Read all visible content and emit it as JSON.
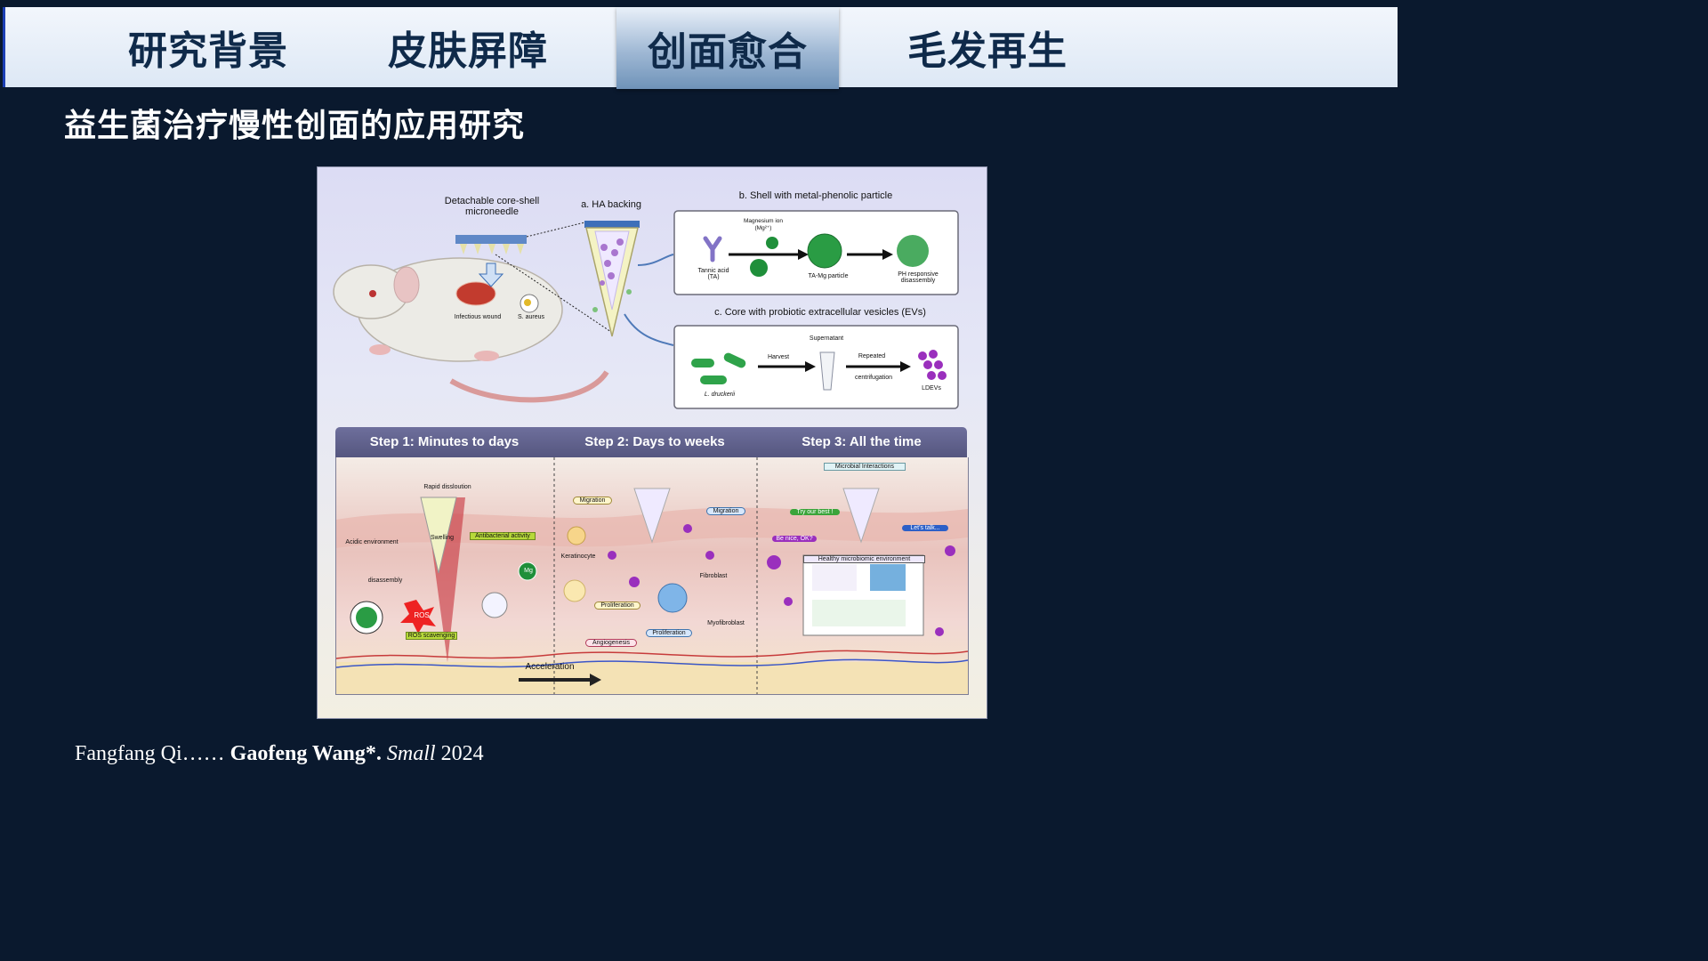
{
  "tabs": [
    {
      "label": "研究背景",
      "active": false
    },
    {
      "label": "皮肤屏障",
      "active": false
    },
    {
      "label": "创面愈合",
      "active": true
    },
    {
      "label": "毛发再生",
      "active": false
    }
  ],
  "subtitle": "益生菌治疗慢性创面的应用研究",
  "figure": {
    "microneedle_label": "Detachable core-shell microneedle",
    "ha_backing": "a. HA backing",
    "shell_title": "b. Shell with metal-phenolic particle",
    "magnesium": "Magnesium ion (Mg²⁺)",
    "tannic_acid": "Tannic acid (TA)",
    "ta_mg": "TA-Mg particle",
    "ph_responsive": "PH responsive disassembly",
    "infectious_wound": "Infectious wound",
    "s_aureus": "S. aureus",
    "core_title": "c. Core with probiotic extracellular vesicles (EVs)",
    "supernatant": "Supernatant",
    "harvest": "Harvest",
    "repeated": "Repeated",
    "centrifugation": "centrifugation",
    "l_druckerii": "L. druckerii",
    "ldevs": "LDEVs",
    "step1": "Step 1:  Minutes  to days",
    "step2": "Step 2:  Days to weeks",
    "step3": "Step 3:  All the time",
    "rapid_dissolution": "Rapid dissloution",
    "swelling": "Swelling",
    "antibacterial": "Antibacterial activity",
    "acidic_env": "Acidic environment",
    "disassembly": "disassembly",
    "ros": "ROS",
    "ros_scavenging": "ROS scavenging",
    "mg": "Mg",
    "migration1": "Migration",
    "migration2": "Migration",
    "keratinocyte": "Keratinocyte",
    "proliferation1": "Proliferation",
    "proliferation2": "Proliferation",
    "fibroblast": "Fibroblast",
    "myofibroblast": "Myofibroblast",
    "angiogenesis": "Angiogenesis",
    "acceleration": "Acceleration",
    "microbial_interactions": "Microbial Interactions",
    "try_best": "Try our best !",
    "be_nice": "Be nice, OK?",
    "lets_talk": "Let's talk...",
    "healthy_env": "Healthy microbiomic environment"
  },
  "reference": {
    "authors": "Fangfang Qi…… ",
    "corresponding": "Gaofeng Wang*.",
    "journal": "Small",
    "year": " 2024"
  },
  "colors": {
    "background": "#0a192e",
    "tab_text": "#0f2a4a",
    "accent_blue": "#1c3fb5",
    "step_band": "#5e5f8a"
  }
}
